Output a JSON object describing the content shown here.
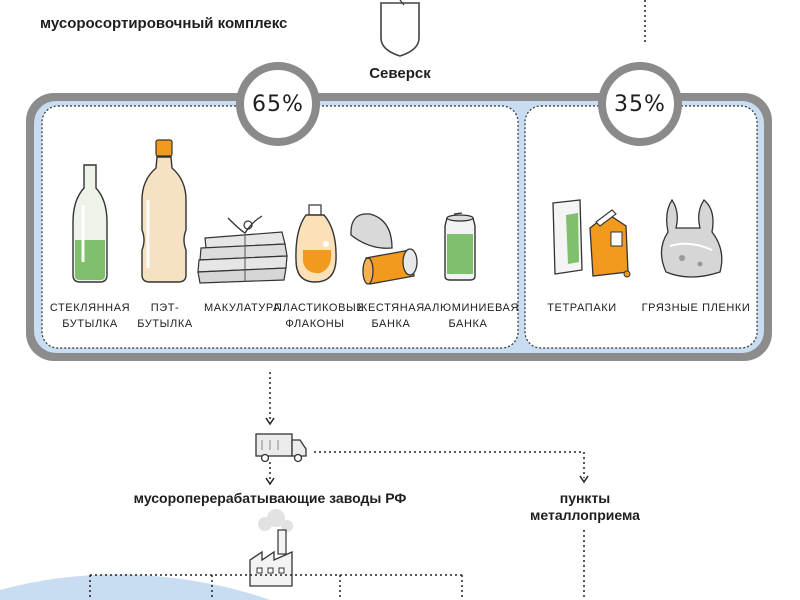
{
  "header": {
    "complex_label": "мусоросортировочный комплекс",
    "city_label": "Северск"
  },
  "groups": [
    {
      "percent": "65%",
      "items": [
        {
          "label": "СТЕКЛЯННАЯ\nБУТЫЛКА",
          "icon": "glass-bottle-icon"
        },
        {
          "label": "ПЭТ-БУТЫЛКА",
          "icon": "pet-bottle-icon"
        },
        {
          "label": "МАКУЛАТУРА",
          "icon": "paper-stack-icon"
        },
        {
          "label": "ПЛАСТИКОВЫЕ\nФЛАКОНЫ",
          "icon": "plastic-flacon-icon"
        },
        {
          "label": "ЖЕСТЯНАЯ\nБАНКА",
          "icon": "tin-can-icon"
        },
        {
          "label": "АЛЮМИНИЕВАЯ\nБАНКА",
          "icon": "aluminum-can-icon"
        }
      ]
    },
    {
      "percent": "35%",
      "items": [
        {
          "label": "ТЕТРАПАКИ",
          "icon": "tetrapak-icon"
        },
        {
          "label": "ГРЯЗНЫЕ ПЛЕНКИ",
          "icon": "dirty-film-icon"
        }
      ]
    }
  ],
  "destinations": {
    "plants_label": "мусороперерабатывающие заводы РФ",
    "metal_label": "пункты\nметаллоприема"
  },
  "colors": {
    "panel_outer": "#8c8c8c",
    "panel_fill": "#c8dcf2",
    "bottle_green": "#7fbf6e",
    "orange": "#f29a1d",
    "cream": "#f7e1c3"
  }
}
